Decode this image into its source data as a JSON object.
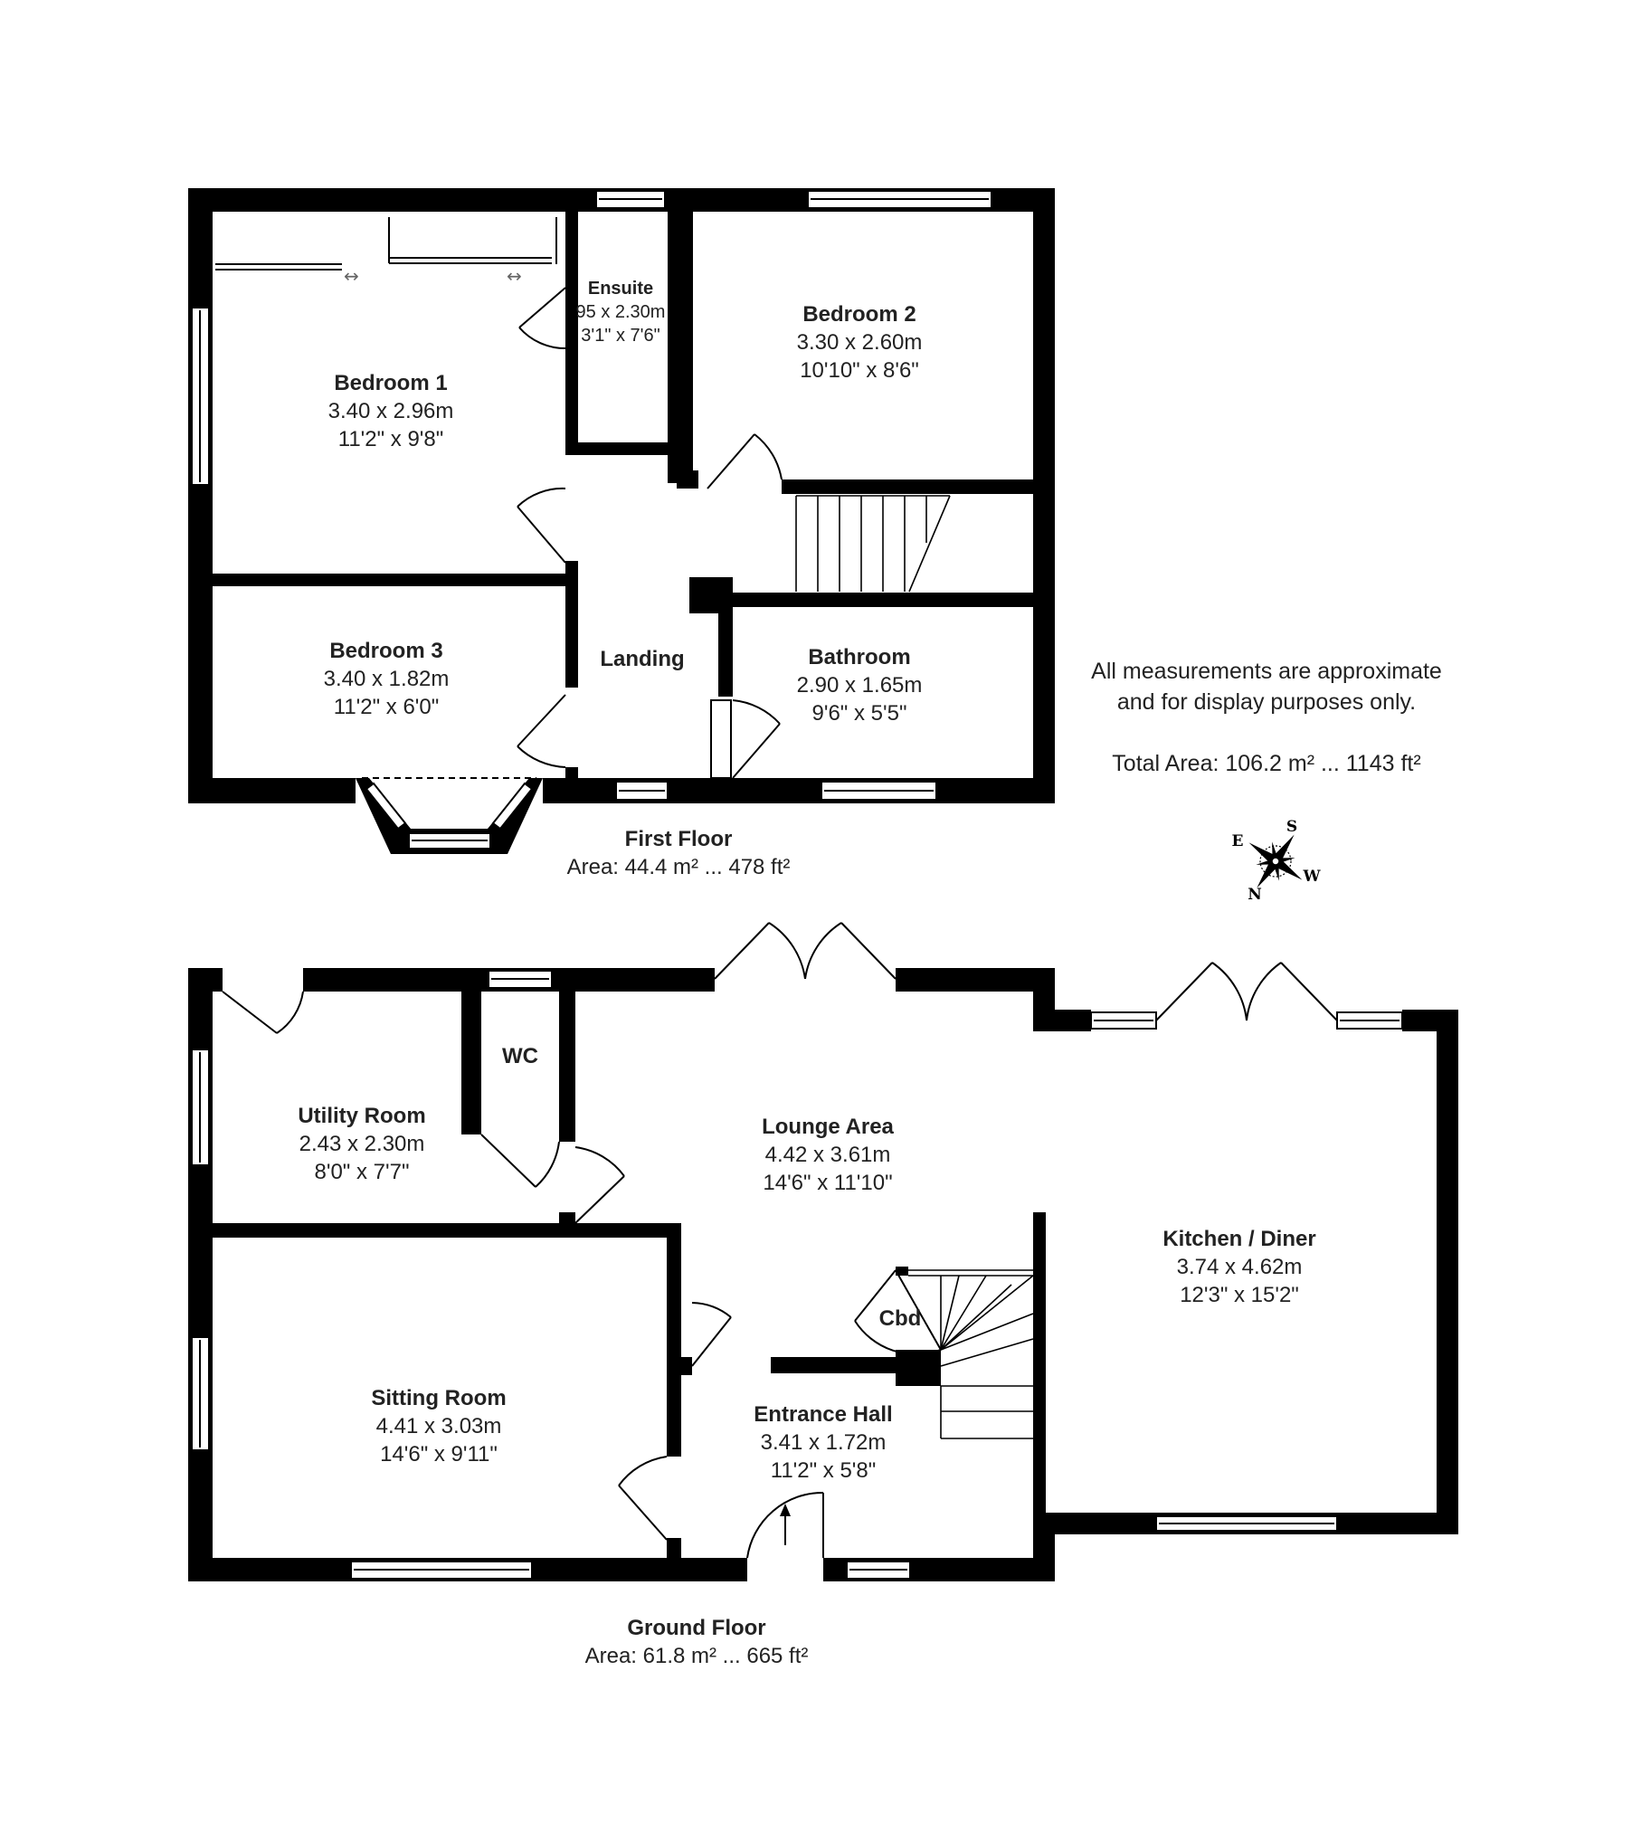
{
  "rooms": {
    "bedroom1": {
      "name": "Bedroom 1",
      "metric": "3.40 x 2.96m",
      "imperial": "11'2\" x 9'8\""
    },
    "ensuite": {
      "name": "Ensuite",
      "metric": "95 x 2.30m",
      "imperial": "3'1\" x 7'6\""
    },
    "bedroom2": {
      "name": "Bedroom 2",
      "metric": "3.30 x 2.60m",
      "imperial": "10'10\" x 8'6\""
    },
    "bedroom3": {
      "name": "Bedroom 3",
      "metric": "3.40 x 1.82m",
      "imperial": "11'2\" x 6'0\""
    },
    "landing": {
      "name": "Landing"
    },
    "bathroom": {
      "name": "Bathroom",
      "metric": "2.90 x 1.65m",
      "imperial": "9'6\" x 5'5\""
    },
    "utility": {
      "name": "Utility Room",
      "metric": "2.43 x 2.30m",
      "imperial": "8'0\" x 7'7\""
    },
    "wc": {
      "name": "WC"
    },
    "lounge": {
      "name": "Lounge Area",
      "metric": "4.42 x 3.61m",
      "imperial": "14'6\" x 11'10\""
    },
    "kitchen": {
      "name": "Kitchen / Diner",
      "metric": "3.74 x 4.62m",
      "imperial": "12'3\" x 15'2\""
    },
    "cbd": {
      "name": "Cbd"
    },
    "sitting": {
      "name": "Sitting Room",
      "metric": "4.41 x 3.03m",
      "imperial": "14'6\" x 9'11\""
    },
    "entrance": {
      "name": "Entrance Hall",
      "metric": "3.41 x 1.72m",
      "imperial": "11'2\" x 5'8\""
    }
  },
  "floors": {
    "first": {
      "name": "First Floor",
      "area": "Area: 44.4 m² ... 478 ft²"
    },
    "ground": {
      "name": "Ground Floor",
      "area": "Area: 61.8 m² ... 665 ft²"
    }
  },
  "notes": {
    "line1": "All measurements are approximate",
    "line2": "and for display purposes only.",
    "total": "Total Area: 106.2 m² ... 1143 ft²"
  },
  "compass": {
    "n": "N",
    "s": "S",
    "e": "E",
    "w": "W"
  },
  "colors": {
    "wall": "#000000",
    "text": "#222222",
    "background": "#ffffff"
  }
}
